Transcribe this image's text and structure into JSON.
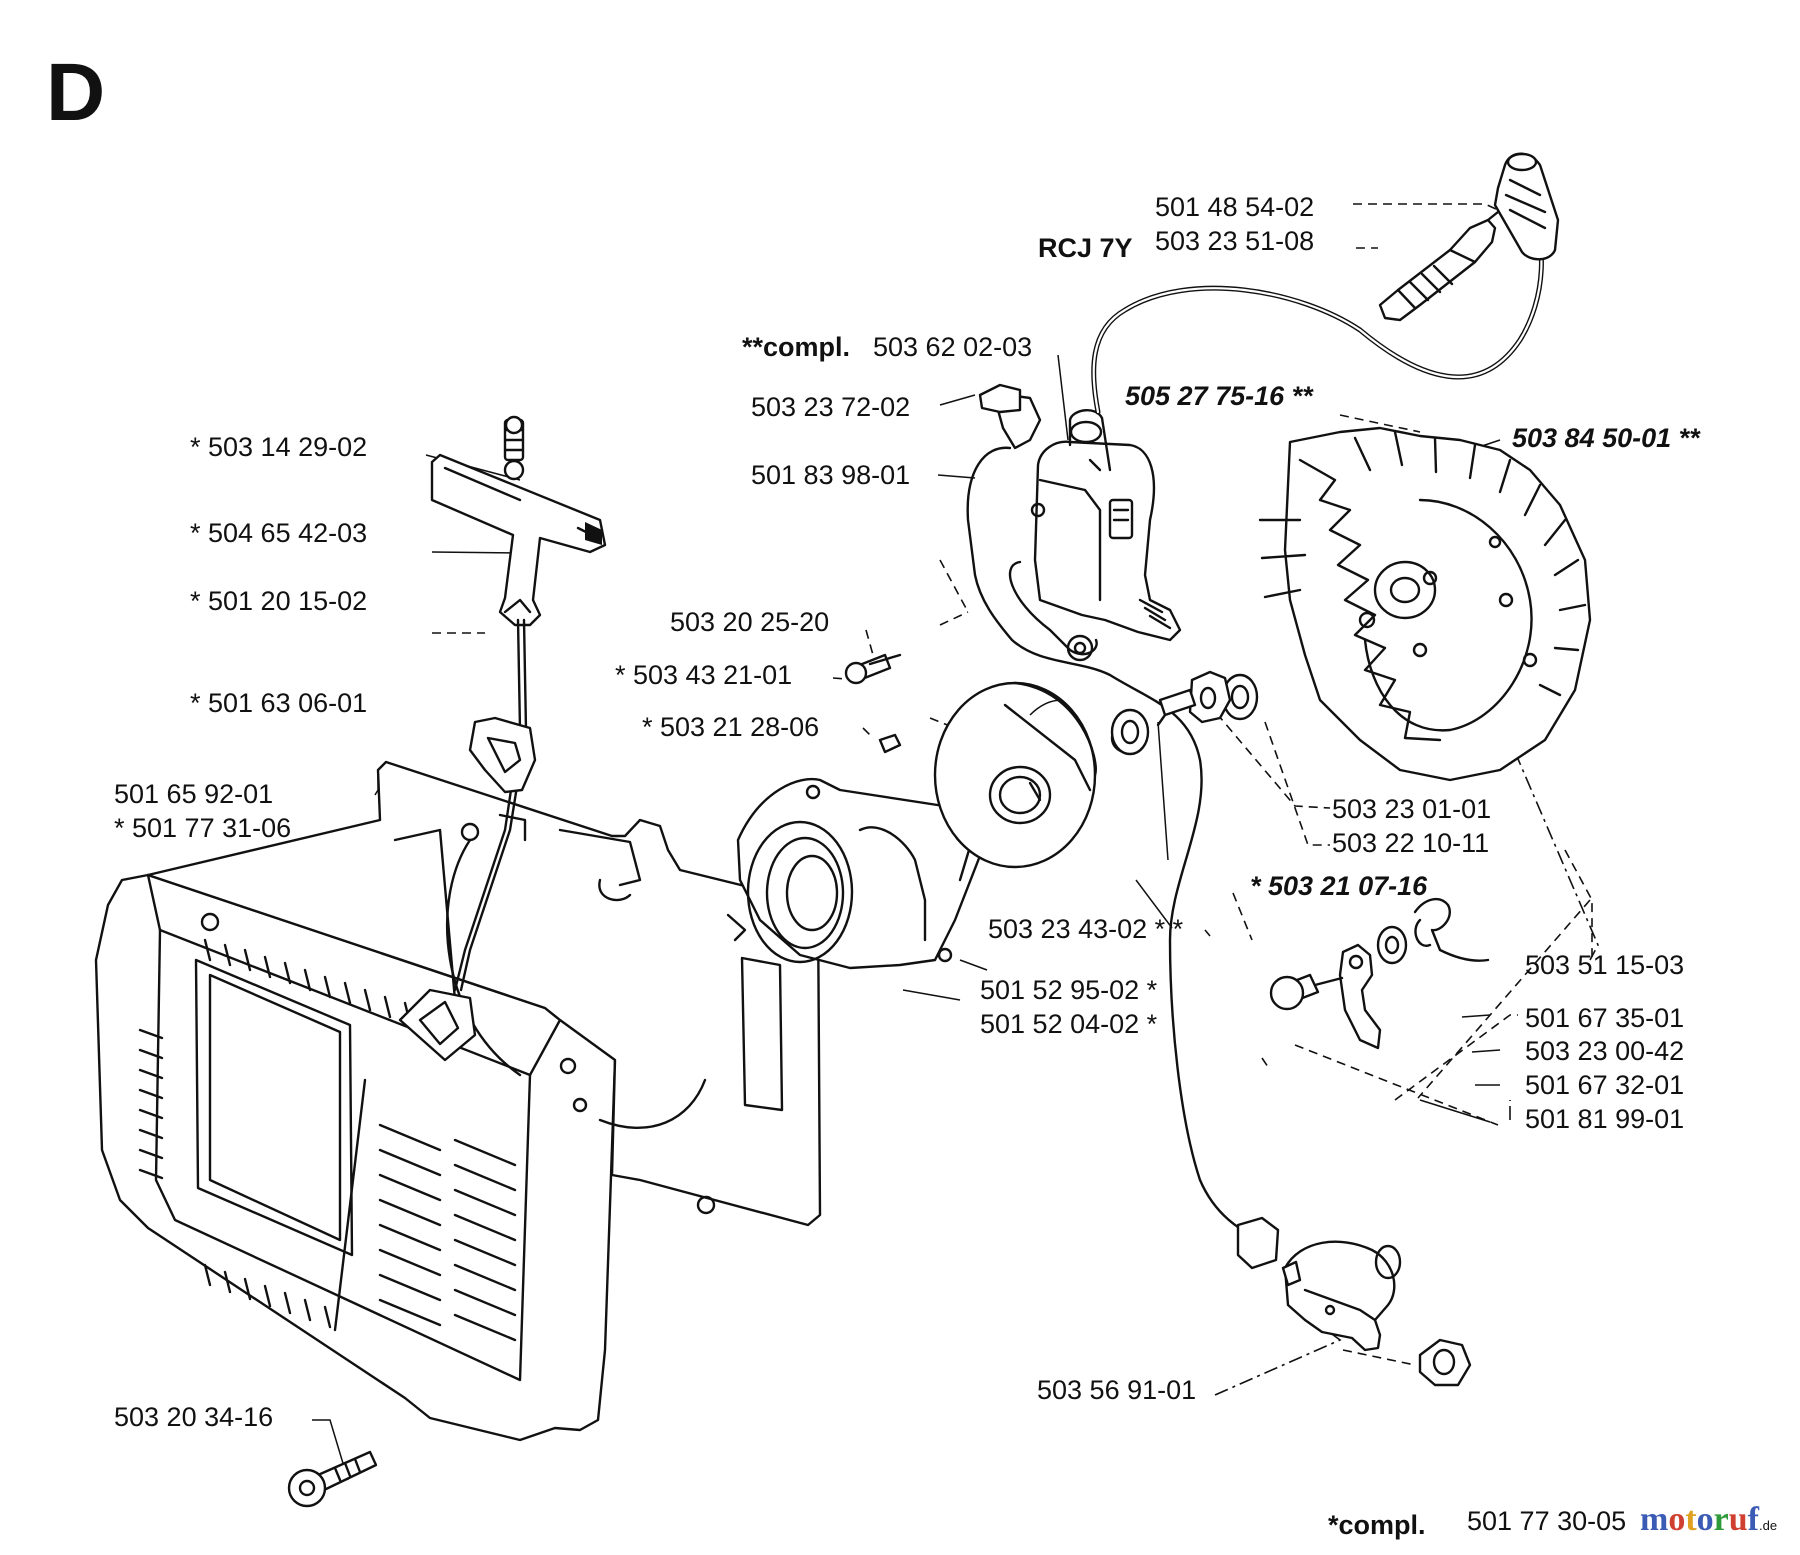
{
  "section_letter": "D",
  "labels": {
    "spark_plug_cap": "501 48 54-02",
    "spark_plug_prefix": "RCJ 7Y",
    "spark_plug": "503 23 51-08",
    "ignition_compl_prefix": "**compl.",
    "ignition_compl": "503 62 02-03",
    "terminal": "503 23 72-02",
    "short_circuit_cable": "501 83 98-01",
    "ignition_cable_group": "505 27 75-16 **",
    "hv_cable": "503 84 50-01 **",
    "starter_screw_1": "* 503 14 29-02",
    "starter_handle": "* 504 65 42-03",
    "rope_guide": "* 501 20 15-02",
    "starter_rope": "* 501 63 06-01",
    "starter_housing": "501 65 92-01",
    "starter_housing_2": "* 501 77 31-06",
    "pulley_screw": "503 20 25-20",
    "washer": "* 503 43 21-01",
    "screw_small": "* 503 21 28-06",
    "flywheel_nut": "503 23 01-01",
    "flywheel_washer": "503 22 10-11",
    "pawl_bolt": "* 503 21 07-16",
    "pulley": "503 23 43-02 * *",
    "spring_cassette": "501 52 95-02 *",
    "spring_housing": "501 52 04-02 *",
    "pawl_spring": "503 51 15-03",
    "pawl": "501 67 35-01",
    "pawl_screw": "503 23 00-42",
    "pawl_washer": "501 67 32-01",
    "pawl_kit": "501 81 99-01",
    "stop_switch": "503 56 91-01",
    "cover_screw": "503 20 34-16",
    "footer_prefix": "*compl.",
    "footer_number": "501 77 30-05"
  },
  "watermark": {
    "text": "motoruf",
    "suffix": ".de",
    "colors": [
      "#3b5bb5",
      "#d04030",
      "#e0a020",
      "#3b5bb5",
      "#2f9a3a",
      "#d04030",
      "#3b5bb5"
    ]
  }
}
